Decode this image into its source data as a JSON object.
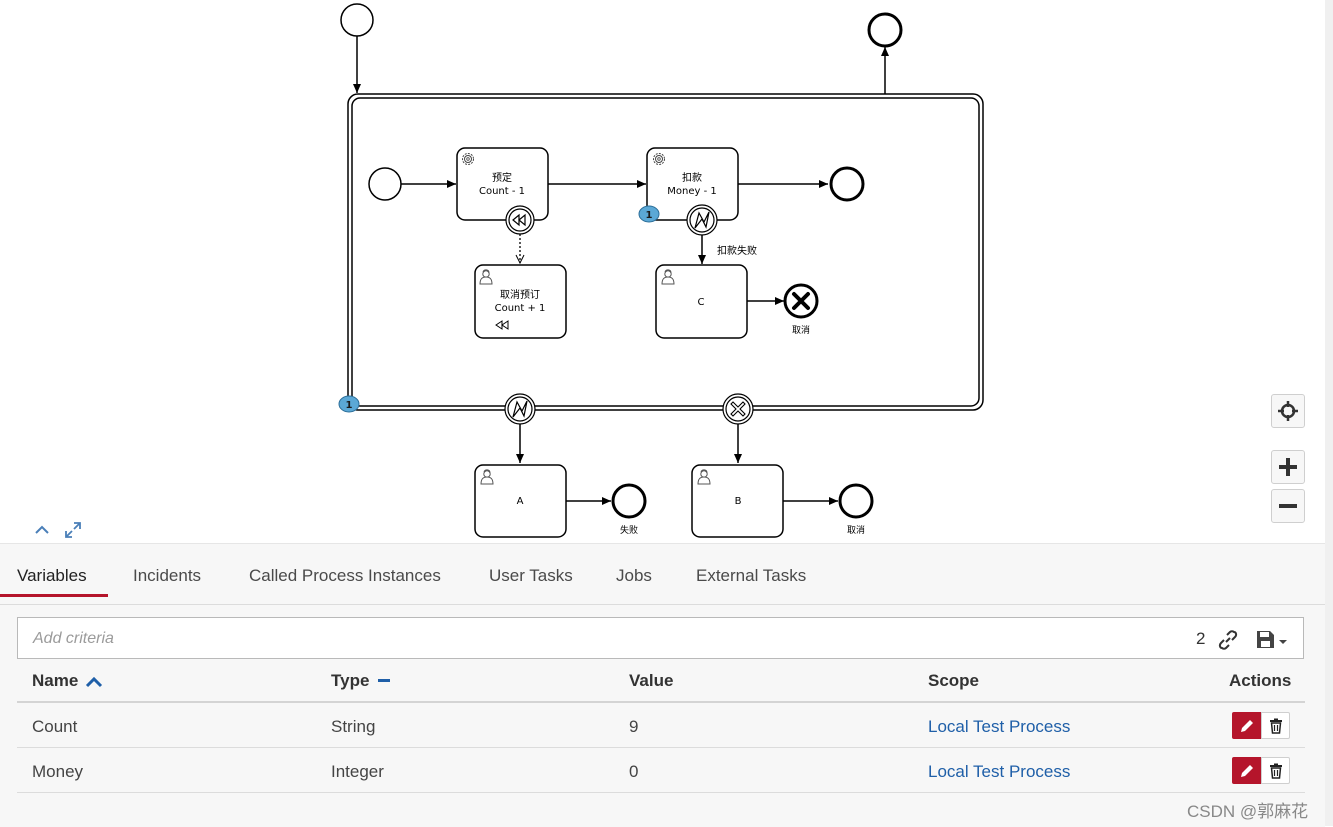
{
  "diagram": {
    "tasks": {
      "reserve": {
        "name": "预定",
        "expr": "Count - 1"
      },
      "charge": {
        "name": "扣款",
        "expr": "Money - 1"
      },
      "cancel_reserve": {
        "name": "取消预订",
        "expr": "Count + 1"
      },
      "task_c": {
        "name": "C"
      },
      "task_a": {
        "name": "A"
      },
      "task_b": {
        "name": "B"
      }
    },
    "labels": {
      "charge_failed": "扣款失败",
      "cancel_end": "取消",
      "fail_end": "失败",
      "cancel_end_bottom": "取消"
    },
    "badges": {
      "charge": "1",
      "subprocess": "1"
    }
  },
  "tabs": [
    {
      "label": "Variables",
      "active": true
    },
    {
      "label": "Incidents",
      "active": false
    },
    {
      "label": "Called Process Instances",
      "active": false
    },
    {
      "label": "User Tasks",
      "active": false
    },
    {
      "label": "Jobs",
      "active": false
    },
    {
      "label": "External Tasks",
      "active": false
    }
  ],
  "search": {
    "placeholder": "Add criteria",
    "count": "2"
  },
  "table": {
    "headers": {
      "name": "Name",
      "type": "Type",
      "value": "Value",
      "scope": "Scope",
      "actions": "Actions"
    },
    "rows": [
      {
        "name": "Count",
        "type": "String",
        "value": "9",
        "scope": "Local Test Process"
      },
      {
        "name": "Money",
        "type": "Integer",
        "value": "0",
        "scope": "Local Test Process"
      }
    ]
  },
  "watermark": "CSDN @郭麻花",
  "colors": {
    "accent": "#b5152b",
    "link": "#1f5fa8",
    "badge": "#5ba8d6"
  },
  "icons": [
    "gear-icon",
    "user-icon",
    "compensation-icon",
    "error-icon",
    "cancel-icon",
    "target-icon",
    "zoom-in-icon",
    "zoom-out-icon",
    "chevron-up-icon",
    "expand-icon",
    "link-icon",
    "save-icon",
    "pencil-icon",
    "trash-icon",
    "sort-ascending-icon",
    "sort-none-icon"
  ]
}
